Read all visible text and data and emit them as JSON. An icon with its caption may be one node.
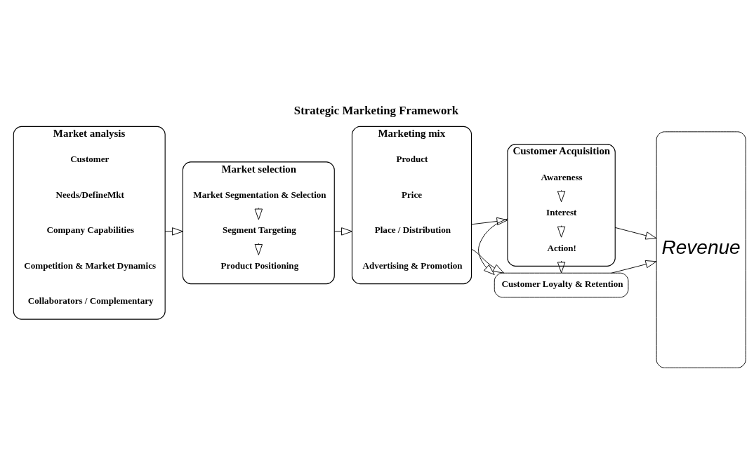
{
  "diagram": {
    "title": "Strategic Marketing Framework",
    "nodes": [
      {
        "text": [
          "Market analysis"
        ]
      },
      {
        "text": [
          "Customer"
        ],
        "in": 0
      },
      {
        "text": [
          "Needs/DefineMkt"
        ],
        "in": 0
      },
      {
        "text": [
          "Company Capabilities"
        ],
        "in": 0
      },
      {
        "text": [
          "Competition & Market Dynamics"
        ],
        "in": 0
      },
      {
        "text": [
          "Collaborators / Complementary"
        ],
        "in": 0
      },
      {
        "text": [
          "Market selection"
        ]
      },
      {
        "text": [
          "Market Segmentation & Selection"
        ],
        "in": 6
      },
      {
        "text": [
          "Segment Targeting"
        ],
        "in": 6
      },
      {
        "text": [
          "Product Positioning"
        ],
        "in": 6
      },
      {
        "text": [
          "Marketing mix"
        ]
      },
      {
        "text": [
          "Product"
        ],
        "in": 10
      },
      {
        "text": [
          "Price"
        ],
        "in": 10
      },
      {
        "text": [
          "Place / Distribution"
        ],
        "in": 10
      },
      {
        "text": [
          "Advertising & Promotion"
        ],
        "in": 10
      },
      {
        "text": [
          "Customer Acquisition"
        ]
      },
      {
        "text": [
          "Awareness"
        ],
        "in": 15
      },
      {
        "text": [
          "Interest"
        ],
        "in": 15
      },
      {
        "text": [
          "Action!"
        ],
        "in": 15
      },
      {
        "text": [
          "Customer Loyalty & Retention"
        ]
      },
      {
        "text": [
          "Revenue"
        ]
      }
    ],
    "edges": [
      {
        "from": 0,
        "to": 6,
        "arrow": "to"
      },
      {
        "from": 7,
        "to": 8,
        "arrow": "to"
      },
      {
        "from": 8,
        "to": 9,
        "arrow": "to"
      },
      {
        "from": 6,
        "to": 10,
        "arrow": "to"
      },
      {
        "from": 10,
        "to": 15,
        "arrow": "to"
      },
      {
        "from": 10,
        "to": 19,
        "arrow": "to"
      },
      {
        "from": 16,
        "to": 17,
        "arrow": "to"
      },
      {
        "from": 17,
        "to": 18,
        "arrow": "to"
      },
      {
        "from": 18,
        "to": 19,
        "arrow": "to"
      },
      {
        "from": 15,
        "to": 19,
        "arrow": "to"
      },
      {
        "from": 15,
        "to": 20,
        "arrow": "to"
      },
      {
        "from": 19,
        "to": 20,
        "arrow": "to"
      }
    ]
  }
}
